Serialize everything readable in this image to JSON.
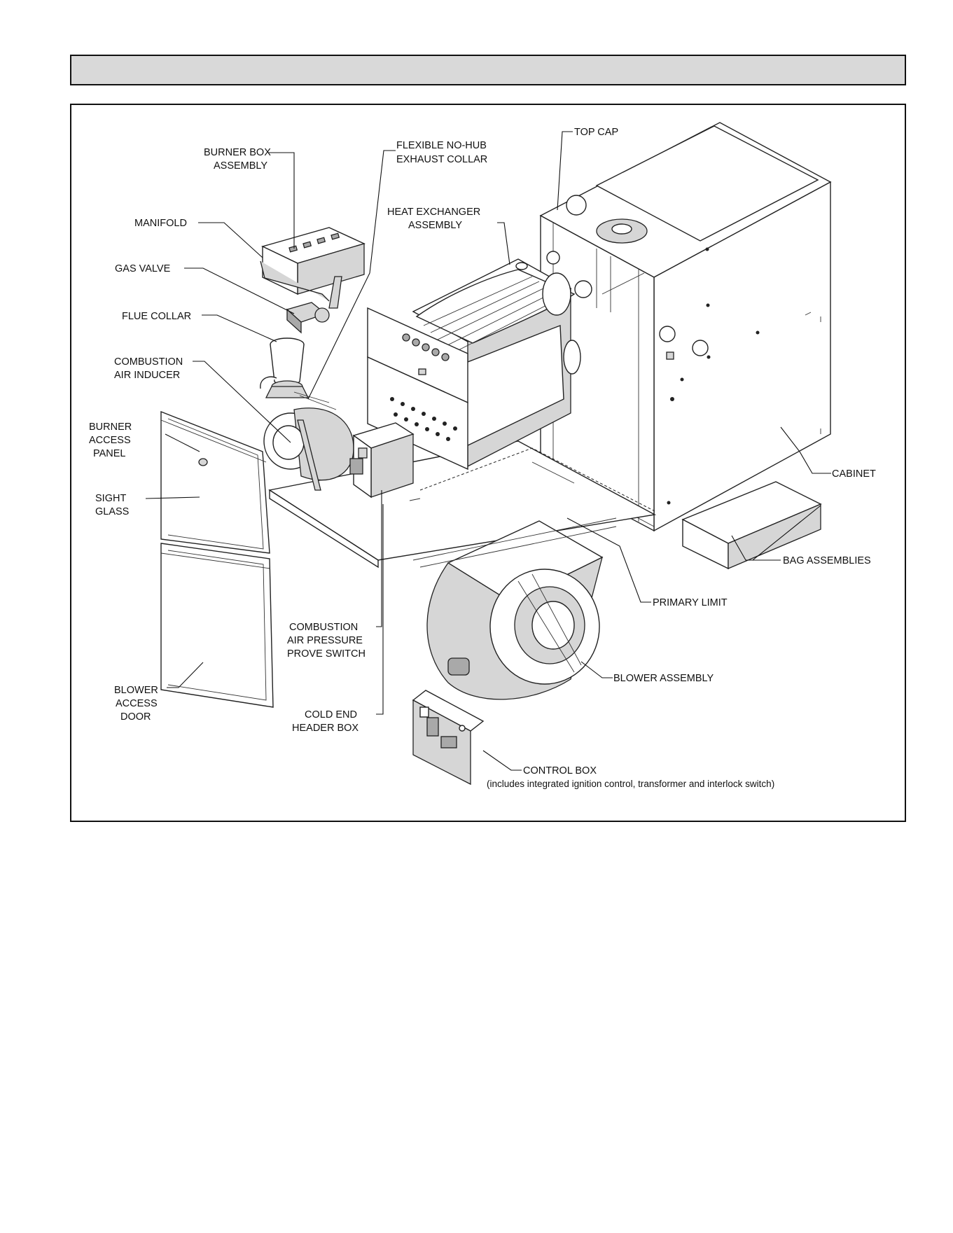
{
  "labels": {
    "burner_box_assembly": [
      "BURNER BOX",
      "ASSEMBLY"
    ],
    "manifold": [
      "MANIFOLD"
    ],
    "gas_valve": [
      "GAS VALVE"
    ],
    "flue_collar": [
      "FLUE COLLAR"
    ],
    "combustion_air_inducer": [
      "COMBUSTION",
      "AIR INDUCER"
    ],
    "burner_access_panel": [
      "BURNER",
      "ACCESS",
      "PANEL"
    ],
    "sight_glass": [
      "SIGHT",
      "GLASS"
    ],
    "blower_access_door": [
      "BLOWER",
      "ACCESS",
      "DOOR"
    ],
    "flexible_no_hub_exhaust_collar": [
      "FLEXIBLE NO-HUB",
      "EXHAUST COLLAR"
    ],
    "heat_exchanger_assembly": [
      "HEAT EXCHANGER",
      "ASSEMBLY"
    ],
    "top_cap": [
      "TOP CAP"
    ],
    "cabinet": [
      "CABINET"
    ],
    "bag_assemblies": [
      "BAG ASSEMBLIES"
    ],
    "primary_limit": [
      "PRIMARY LIMIT"
    ],
    "combustion_air_pressure_prove_switch": [
      "COMBUSTION",
      "AIR PRESSURE",
      "PROVE SWITCH"
    ],
    "cold_end_header_box": [
      "COLD END",
      "HEADER BOX"
    ],
    "blower_assembly": [
      "BLOWER ASSEMBLY"
    ],
    "control_box": [
      "CONTROL BOX",
      "(includes integrated ignition control, transformer and interlock switch)"
    ]
  }
}
